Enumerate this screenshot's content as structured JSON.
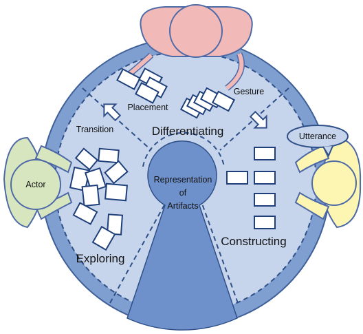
{
  "labels": {
    "actor": "Actor",
    "utterance": "Utterance",
    "gesture": "Gesture",
    "placement": "Placement",
    "transition": "Transition",
    "differentiating": "Differentiating",
    "exploring": "Exploring",
    "constructing": "Constructing",
    "representation": "Representation",
    "of": "of",
    "artifacts": "Artifacts"
  },
  "colors": {
    "outer_disc": "#7f9fd0",
    "outer_stroke": "#3f5f99",
    "inner_disc": "#c6d5ec",
    "center_region": "#6f91cb",
    "card_fill": "#ffffff",
    "card_stroke": "#1f3f7a",
    "actor_pink": "#f2b9b9",
    "actor_green": "#d8e6bf",
    "actor_yellow": "#fdf6b3",
    "actor_stroke": "#4e6aa6"
  },
  "icons": {
    "arrows": "hollow-block-arrow",
    "cards": "white-rectangles"
  }
}
